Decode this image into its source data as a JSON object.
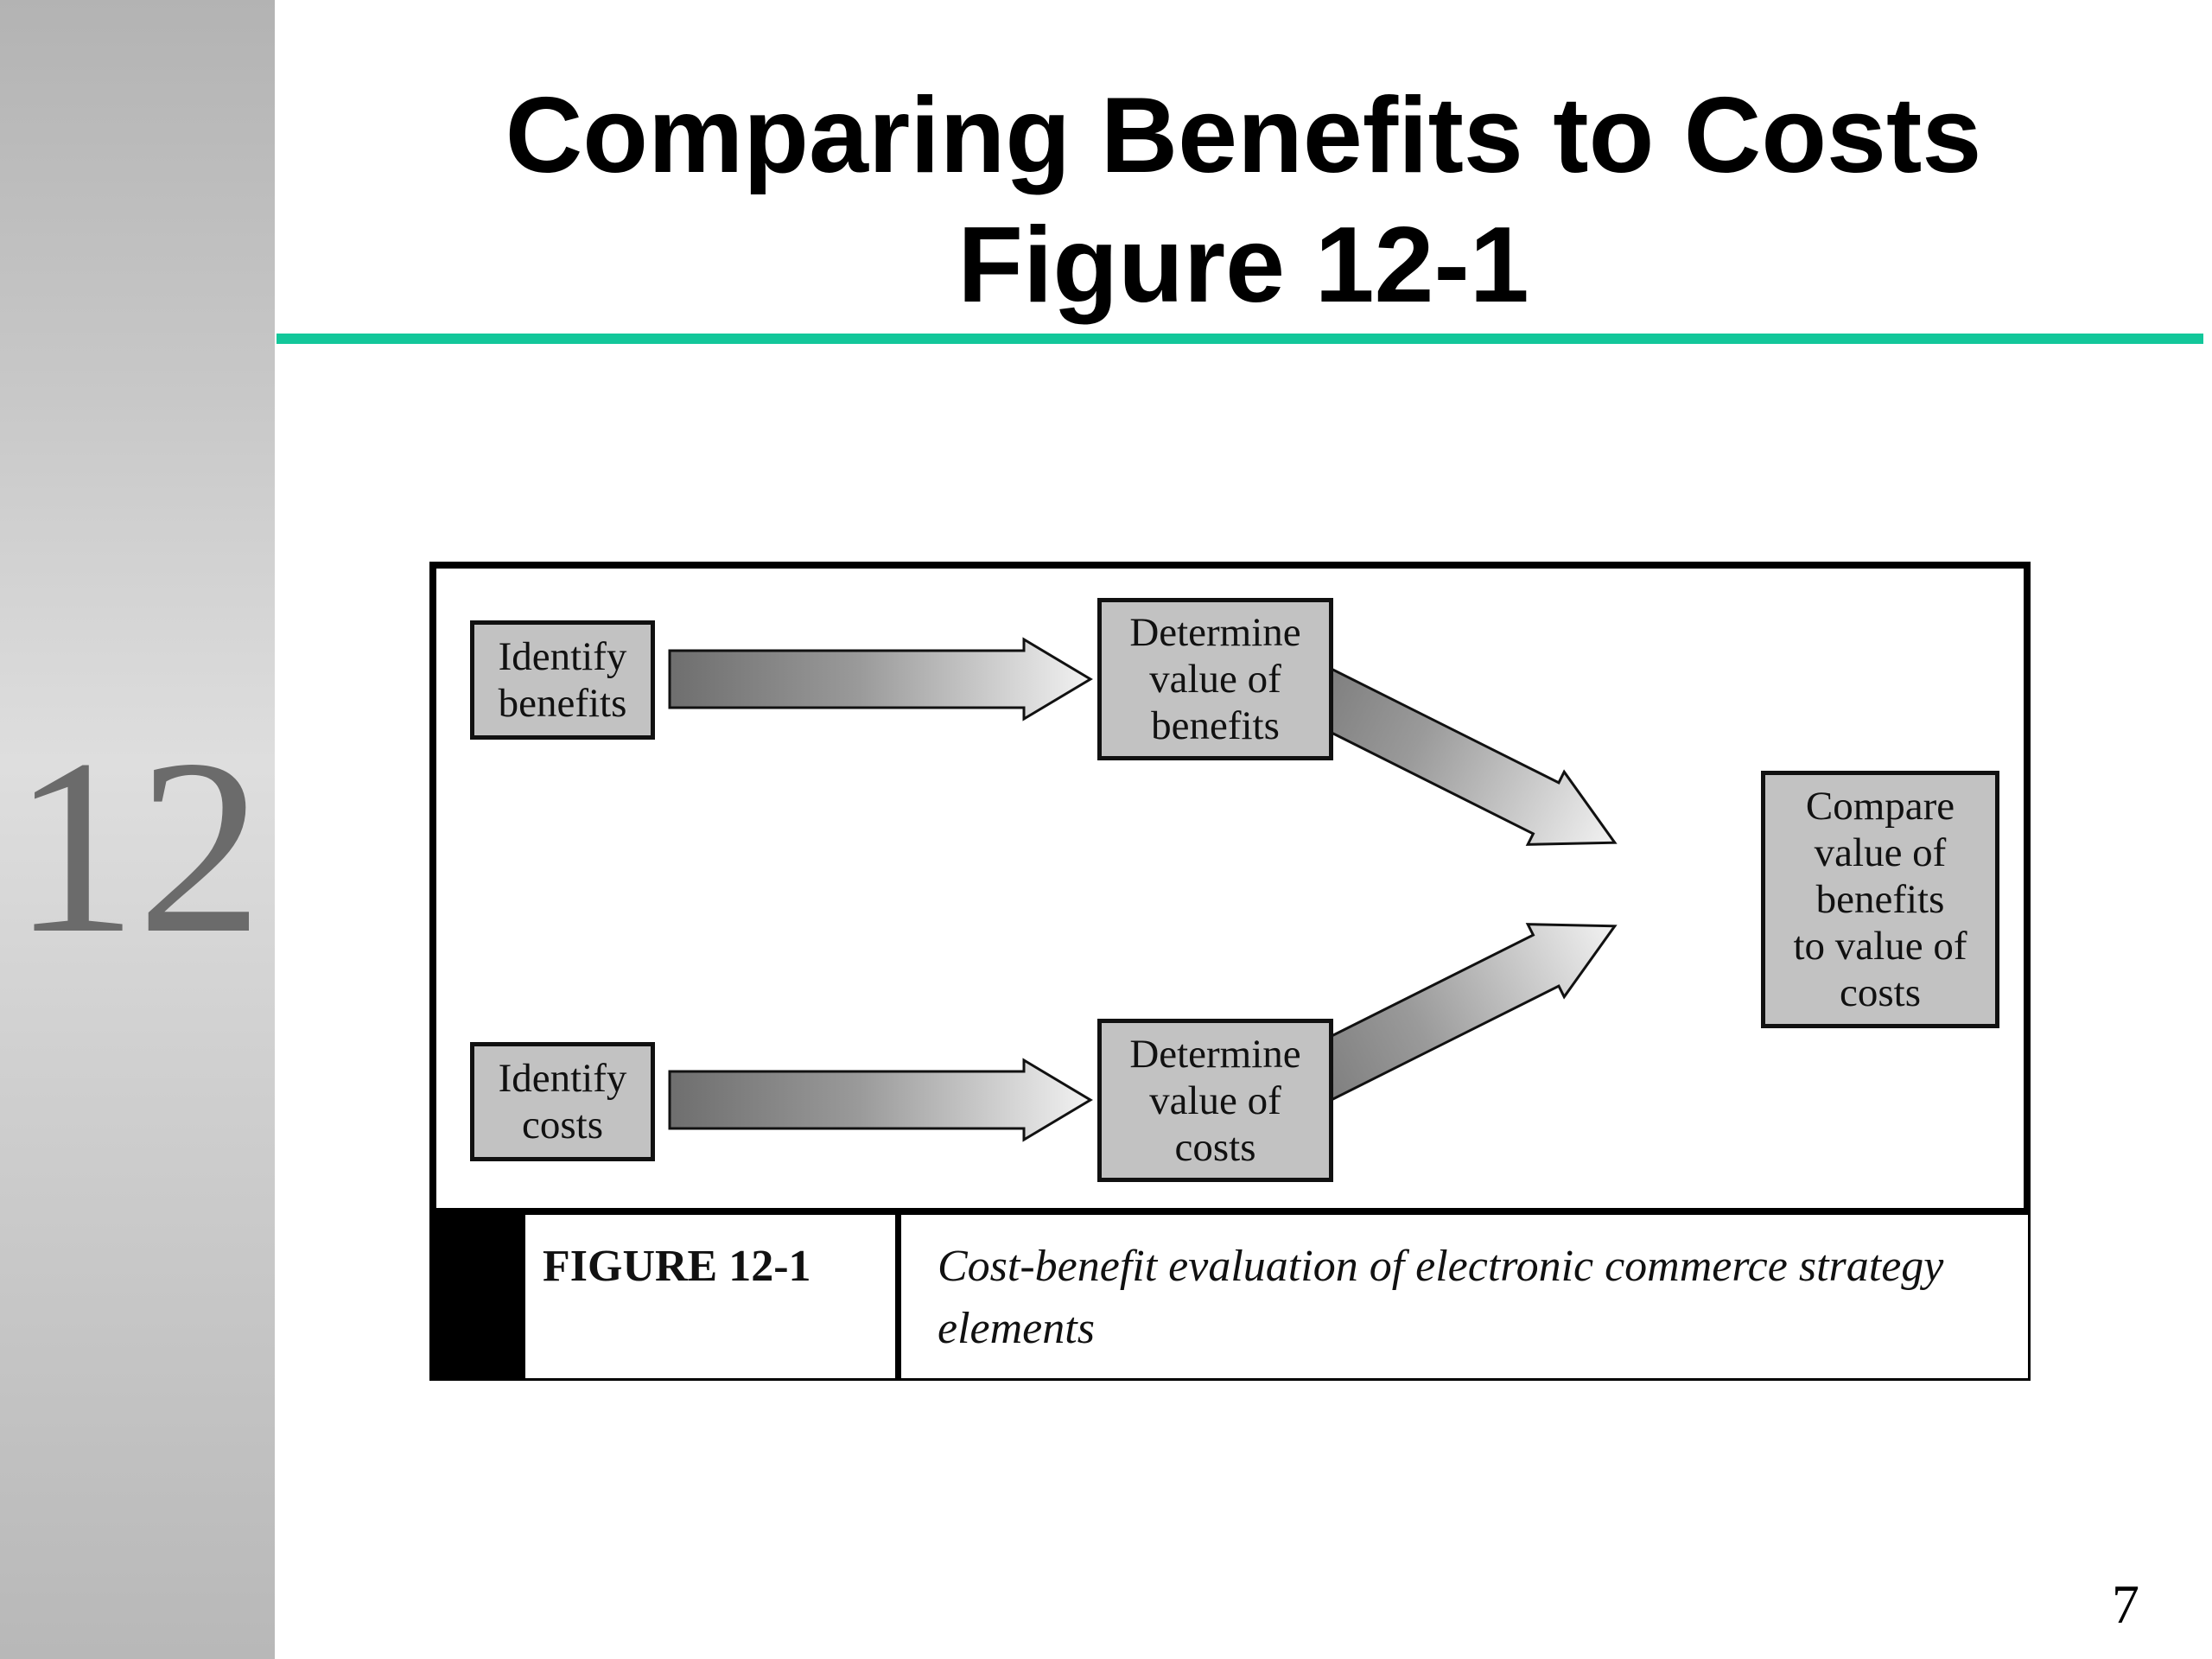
{
  "slide": {
    "chapter_number": "12",
    "title_line1": "Comparing Benefits to Costs",
    "title_line2": "Figure 12-1",
    "page_number": "7",
    "accent_color": "#12c79a"
  },
  "diagram": {
    "boxes": {
      "identify_benefits": "Identify\nbenefits",
      "identify_costs": "Identify\ncosts",
      "value_benefits": "Determine\nvalue of\nbenefits",
      "value_costs": "Determine\nvalue of\ncosts",
      "compare": "Compare\nvalue of\nbenefits\nto value of\ncosts"
    },
    "arrows": [
      "arrow-benefits-to-value",
      "arrow-costs-to-value",
      "arrow-value-benefits-to-compare",
      "arrow-value-costs-to-compare"
    ]
  },
  "caption": {
    "label": "FIGURE 12-1",
    "text": "Cost-benefit evaluation of electronic commerce strategy elements"
  }
}
